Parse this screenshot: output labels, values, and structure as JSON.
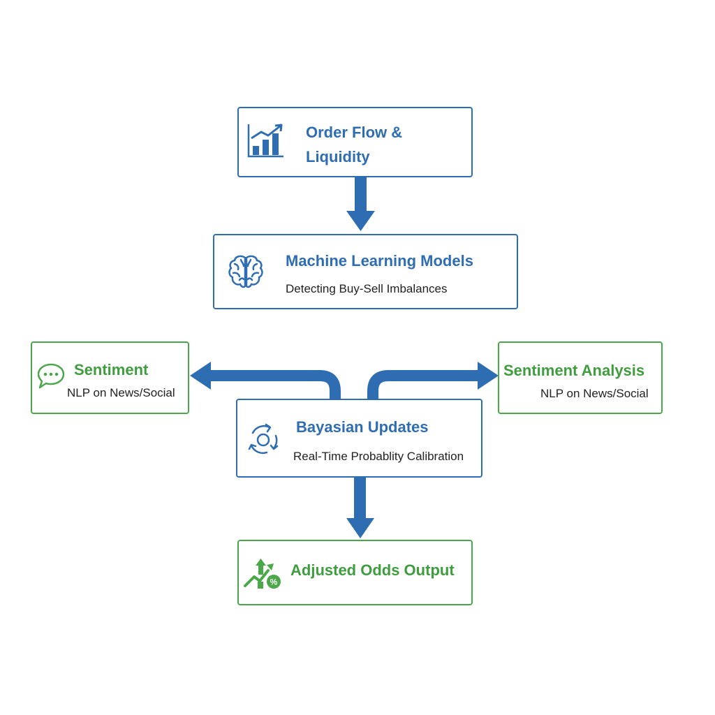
{
  "colors": {
    "blue": "#2f6db3",
    "green": "#4aa84a",
    "green_text": "#3f9c3f",
    "sub_text": "#222222"
  },
  "nodes": {
    "order_flow": {
      "title_line1": "Order Flow &",
      "title_line2": "Liquidity",
      "icon": "bar-chart-trend-icon"
    },
    "ml": {
      "title": "Machine Learning Models",
      "subtitle": "Detecting Buy-Sell Imbalances",
      "icon": "brain-icon"
    },
    "sentiment_left": {
      "title": "Sentiment",
      "subtitle": "NLP on News/Social",
      "icon": "speech-bubble-icon"
    },
    "sentiment_right": {
      "title": "Sentiment Analysis",
      "subtitle": "NLP on News/Social"
    },
    "bayesian": {
      "title": "Bayasian Updates",
      "subtitle": "Real-Time Probablity Calibration",
      "icon": "cycle-arrows-icon"
    },
    "output": {
      "title": "Adjusted Odds Output",
      "icon": "trend-percent-icon"
    }
  }
}
